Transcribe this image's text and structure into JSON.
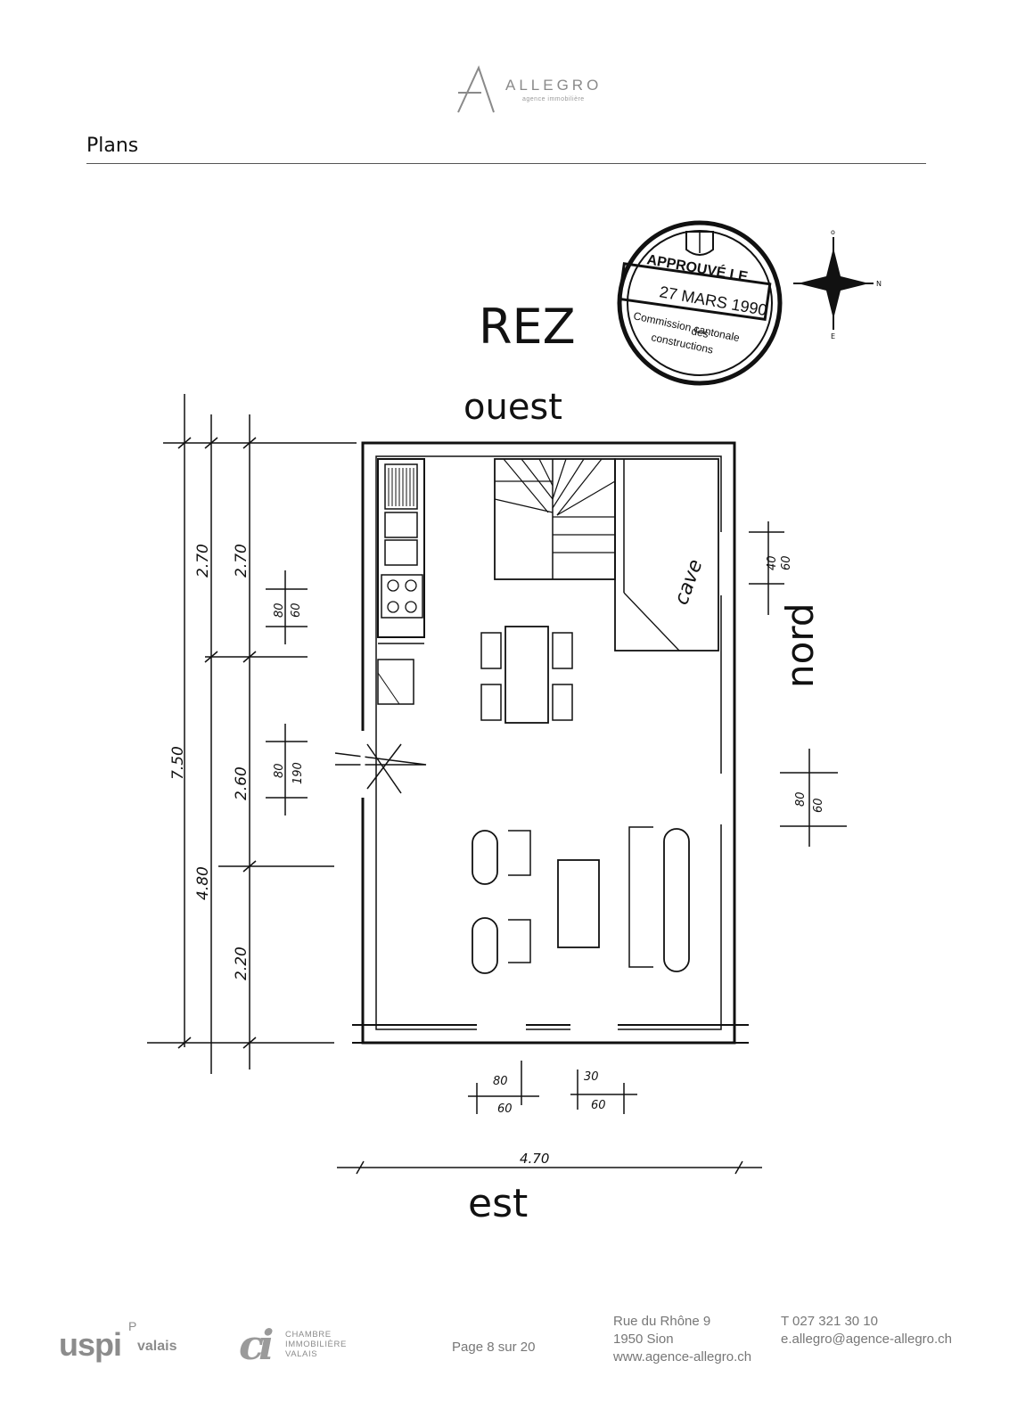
{
  "header": {
    "brand": "ALLEGRO",
    "brand_sub": "agence immobilière",
    "section_title": "Plans"
  },
  "plan": {
    "floor": "REZ",
    "orientation": {
      "west": "ouest",
      "north": "nord",
      "east": "est"
    },
    "room_label": "cave",
    "stamp": {
      "top": "APPROUVÉ LE",
      "date": "27 MARS 1990",
      "line1": "Commission cantonale",
      "line2": "des",
      "line3": "constructions"
    },
    "compass": {
      "n": "o",
      "e": "N",
      "s": "E"
    },
    "dimensions": {
      "total_height": "7.50",
      "upper": "2.70",
      "upper_inner": "2.70",
      "lower": "4.80",
      "mid": "2.60",
      "bottom": "2.20",
      "win_w1": "80",
      "win_h1": "60",
      "door_w": "80",
      "door_h": "190",
      "north_w1": "40",
      "north_h1": "60",
      "north_w2": "80",
      "north_h2": "60",
      "east_w1": "80",
      "east_h1": "60",
      "east_w2": "30",
      "east_h2": "60",
      "total_width": "4.70"
    }
  },
  "footer": {
    "uspi": "uspi",
    "uspi_sup": "P",
    "uspi_region": "valais",
    "ci_mark": "ci",
    "ci_line1": "CHAMBRE",
    "ci_line2": "IMMOBILIÈRE",
    "ci_line3": "VALAIS",
    "page_prefix": "Page",
    "page_current": "8",
    "page_sep": "sur",
    "page_total": "20",
    "address_line1": "Rue du Rhône 9",
    "address_line2": "1950 Sion",
    "website": "www.agence-allegro.ch",
    "phone": "T 027 321 30 10",
    "email": "e.allegro@agence-allegro.ch"
  }
}
